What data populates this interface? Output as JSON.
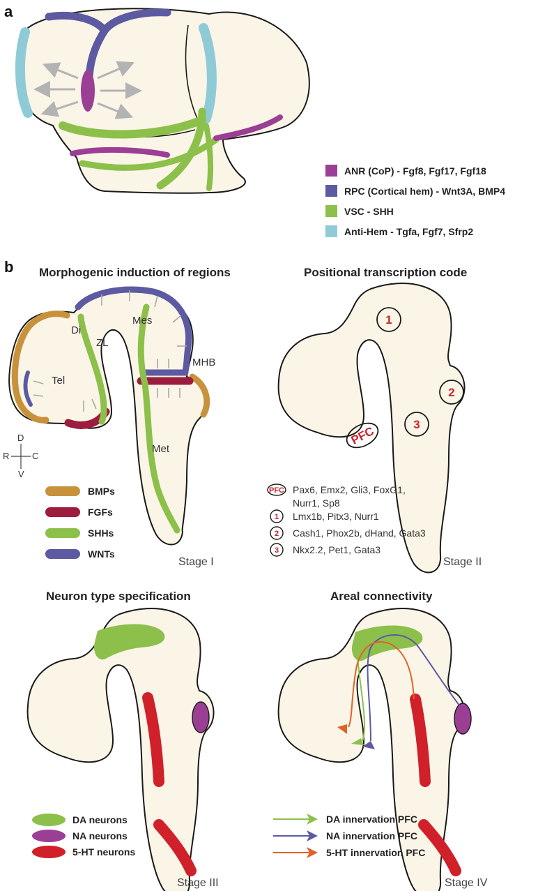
{
  "panel_a": {
    "letter": "a",
    "legend": [
      {
        "color": "#9b3f95",
        "label": "ANR (CoP) - Fgf8, Fgf17, Fgf18"
      },
      {
        "color": "#5d5aa2",
        "label": "RPC (Cortical hem) - Wnt3A, BMP4"
      },
      {
        "color": "#8cc04a",
        "label": "VSC - SHH"
      },
      {
        "color": "#8fcbd7",
        "label": "Anti-Hem - Tgfa, Fgf7, Sfrp2"
      }
    ]
  },
  "panel_b": {
    "letter": "b",
    "stage1": {
      "title": "Morphogenic induction of regions",
      "regions": {
        "mes": "Mes",
        "di": "Di",
        "zl": "ZL",
        "mhb": "MHB",
        "tel": "Tel",
        "met": "Met"
      },
      "axes": {
        "d": "D",
        "v": "V",
        "r": "R",
        "c": "C"
      },
      "legend": [
        {
          "color": "#c8923c",
          "label": "BMPs"
        },
        {
          "color": "#9c1d3e",
          "label": "FGFs"
        },
        {
          "color": "#8cc04a",
          "label": "SHHs"
        },
        {
          "color": "#5d5aa2",
          "label": "WNTs"
        }
      ],
      "stage_label": "Stage I"
    },
    "stage2": {
      "title": "Positional transcription code",
      "markers": [
        "PFC",
        "1",
        "2",
        "3"
      ],
      "genes": [
        {
          "marker": "PFC",
          "lines": [
            "Pax6, Emx2, Gli3, FoxG1,",
            "Nurr1, Sp8"
          ]
        },
        {
          "marker": "1",
          "lines": [
            "Lmx1b, Pitx3, Nurr1"
          ]
        },
        {
          "marker": "2",
          "lines": [
            "Cash1, Phox2b, dHand, Gata3"
          ]
        },
        {
          "marker": "3",
          "lines": [
            "Nkx2.2, Pet1, Gata3"
          ]
        }
      ],
      "stage_label": "Stage II"
    },
    "stage3": {
      "title": "Neuron type specification",
      "legend": [
        {
          "color": "#8cc04a",
          "label": "DA neurons"
        },
        {
          "color": "#9b3f95",
          "label": "NA neurons"
        },
        {
          "color": "#d0202a",
          "label": "5-HT neurons"
        }
      ],
      "stage_label": "Stage III"
    },
    "stage4": {
      "title": "Areal connectivity",
      "legend": [
        {
          "color": "#8cc04a",
          "label": "DA innervation PFC"
        },
        {
          "color": "#5d5aa2",
          "label": "NA innervation PFC"
        },
        {
          "color": "#e0622a",
          "label": "5-HT innervation PFC"
        }
      ],
      "stage_label": "Stage IV"
    }
  }
}
